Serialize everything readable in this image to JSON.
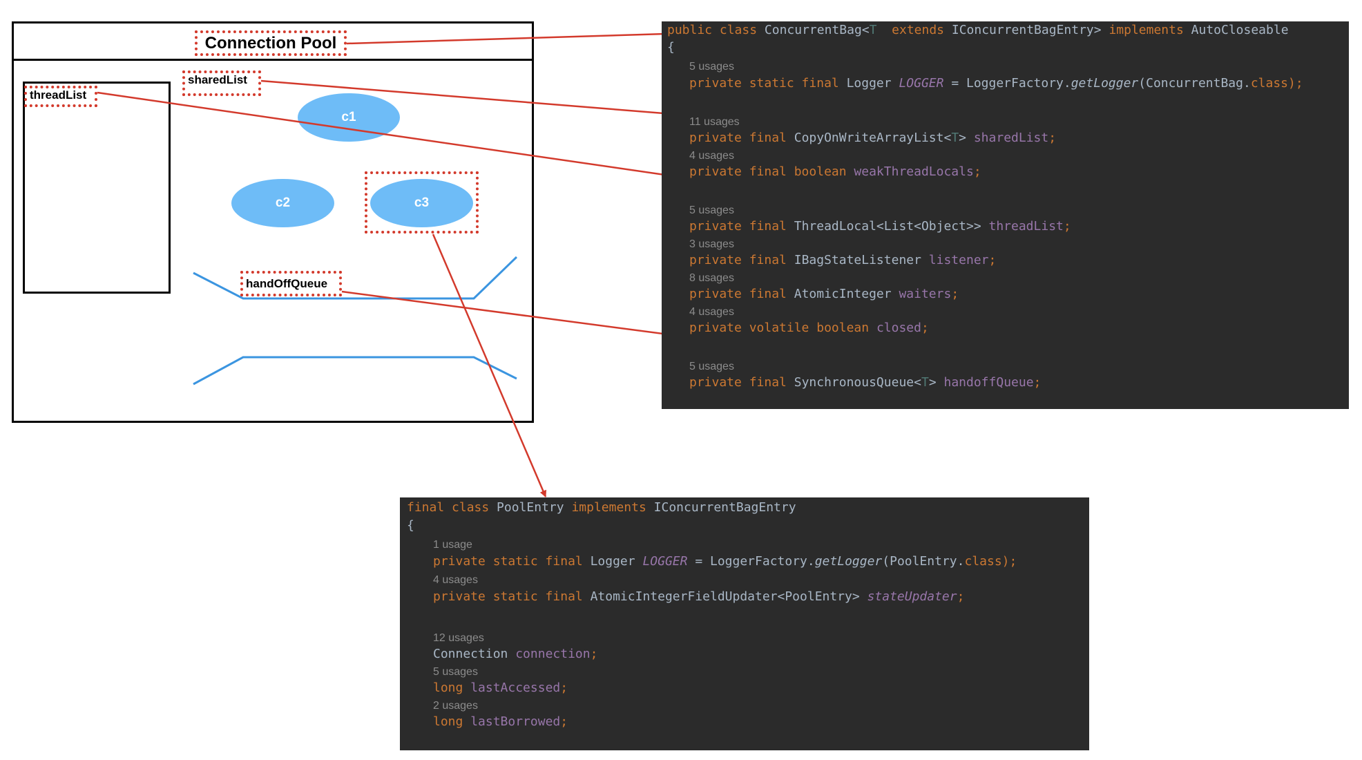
{
  "diagram": {
    "title": "Connection Pool",
    "labels": {
      "thread_list": "threadList",
      "shared_list": "sharedList",
      "handoff_queue": "handOffQueue"
    },
    "connections": [
      "c1",
      "c2",
      "c3"
    ],
    "colors": {
      "connection_fill": "#6ebcf7",
      "queue_line": "#3b95e0",
      "highlight": "#d33a2c",
      "arrow": "#d33a2c"
    }
  },
  "code_main": {
    "lines": [
      {
        "parts": [
          [
            "public",
            "kw"
          ],
          [
            " ",
            "plain"
          ],
          [
            "class",
            "kw"
          ],
          [
            " ConcurrentBag<",
            "plain"
          ],
          [
            "T",
            "gen"
          ],
          [
            "  ",
            "plain"
          ],
          [
            "extends",
            "kw"
          ],
          [
            " IConcurrentBagEntry> ",
            "plain"
          ],
          [
            "implements",
            "kw"
          ],
          [
            " AutoCloseable",
            "plain"
          ]
        ]
      },
      {
        "parts": [
          [
            "{",
            "plain"
          ]
        ]
      },
      {
        "usage": "5 usages"
      },
      {
        "parts": [
          [
            "private static final",
            "kw"
          ],
          [
            " Logger ",
            "plain"
          ],
          [
            "LOGGER",
            "sfld"
          ],
          [
            " = LoggerFactory.",
            "plain"
          ],
          [
            "getLogger",
            "mth"
          ],
          [
            "(ConcurrentBag.",
            "plain"
          ],
          [
            "class",
            "kw"
          ],
          [
            ");",
            "kw"
          ]
        ]
      },
      {
        "usage": "11 usages"
      },
      {
        "parts": [
          [
            "private final",
            "kw"
          ],
          [
            " CopyOnWriteArrayList<",
            "plain"
          ],
          [
            "T",
            "gen"
          ],
          [
            "> ",
            "plain"
          ],
          [
            "sharedList",
            "fld"
          ],
          [
            ";",
            "kw"
          ]
        ]
      },
      {
        "usage": "4 usages"
      },
      {
        "parts": [
          [
            "private final boolean",
            "kw"
          ],
          [
            " ",
            "plain"
          ],
          [
            "weakThreadLocals",
            "fld"
          ],
          [
            ";",
            "kw"
          ]
        ]
      },
      {
        "usage": "5 usages"
      },
      {
        "parts": [
          [
            "private final",
            "kw"
          ],
          [
            " ThreadLocal<List<Object>> ",
            "plain"
          ],
          [
            "threadList",
            "fld"
          ],
          [
            ";",
            "kw"
          ]
        ]
      },
      {
        "usage": "3 usages"
      },
      {
        "parts": [
          [
            "private final",
            "kw"
          ],
          [
            " IBagStateListener ",
            "plain"
          ],
          [
            "listener",
            "fld"
          ],
          [
            ";",
            "kw"
          ]
        ]
      },
      {
        "usage": "8 usages"
      },
      {
        "parts": [
          [
            "private final",
            "kw"
          ],
          [
            " AtomicInteger ",
            "plain"
          ],
          [
            "waiters",
            "fld"
          ],
          [
            ";",
            "kw"
          ]
        ]
      },
      {
        "usage": "4 usages"
      },
      {
        "parts": [
          [
            "private volatile boolean",
            "kw"
          ],
          [
            " ",
            "plain"
          ],
          [
            "closed",
            "fld"
          ],
          [
            ";",
            "kw"
          ]
        ]
      },
      {
        "usage": "5 usages"
      },
      {
        "parts": [
          [
            "private final",
            "kw"
          ],
          [
            " SynchronousQueue<",
            "plain"
          ],
          [
            "T",
            "gen"
          ],
          [
            "> ",
            "plain"
          ],
          [
            "handoffQueue",
            "fld"
          ],
          [
            ";",
            "kw"
          ]
        ]
      }
    ]
  },
  "code_entry": {
    "lines": [
      {
        "parts": [
          [
            "final class",
            "kw"
          ],
          [
            " PoolEntry ",
            "plain"
          ],
          [
            "implements",
            "kw"
          ],
          [
            " IConcurrentBagEntry",
            "plain"
          ]
        ]
      },
      {
        "parts": [
          [
            "{",
            "plain"
          ]
        ]
      },
      {
        "usage": "1 usage"
      },
      {
        "parts": [
          [
            "private static final",
            "kw"
          ],
          [
            " Logger ",
            "plain"
          ],
          [
            "LOGGER",
            "sfld"
          ],
          [
            " = LoggerFactory.",
            "plain"
          ],
          [
            "getLogger",
            "mth"
          ],
          [
            "(PoolEntry.",
            "plain"
          ],
          [
            "class",
            "kw"
          ],
          [
            ");",
            "kw"
          ]
        ]
      },
      {
        "usage": "4 usages"
      },
      {
        "parts": [
          [
            "private static final",
            "kw"
          ],
          [
            " AtomicIntegerFieldUpdater<PoolEntry> ",
            "plain"
          ],
          [
            "stateUpdater",
            "sfld"
          ],
          [
            ";",
            "kw"
          ]
        ]
      },
      {
        "usage": "12 usages"
      },
      {
        "parts": [
          [
            "Connection ",
            "plain"
          ],
          [
            "connection",
            "fld"
          ],
          [
            ";",
            "kw"
          ]
        ]
      },
      {
        "usage": "5 usages"
      },
      {
        "parts": [
          [
            "long",
            "kw"
          ],
          [
            " ",
            "plain"
          ],
          [
            "lastAccessed",
            "fld"
          ],
          [
            ";",
            "kw"
          ]
        ]
      },
      {
        "usage": "2 usages"
      },
      {
        "parts": [
          [
            "long",
            "kw"
          ],
          [
            " ",
            "plain"
          ],
          [
            "lastBorrowed",
            "fld"
          ],
          [
            ";",
            "kw"
          ]
        ]
      }
    ]
  }
}
